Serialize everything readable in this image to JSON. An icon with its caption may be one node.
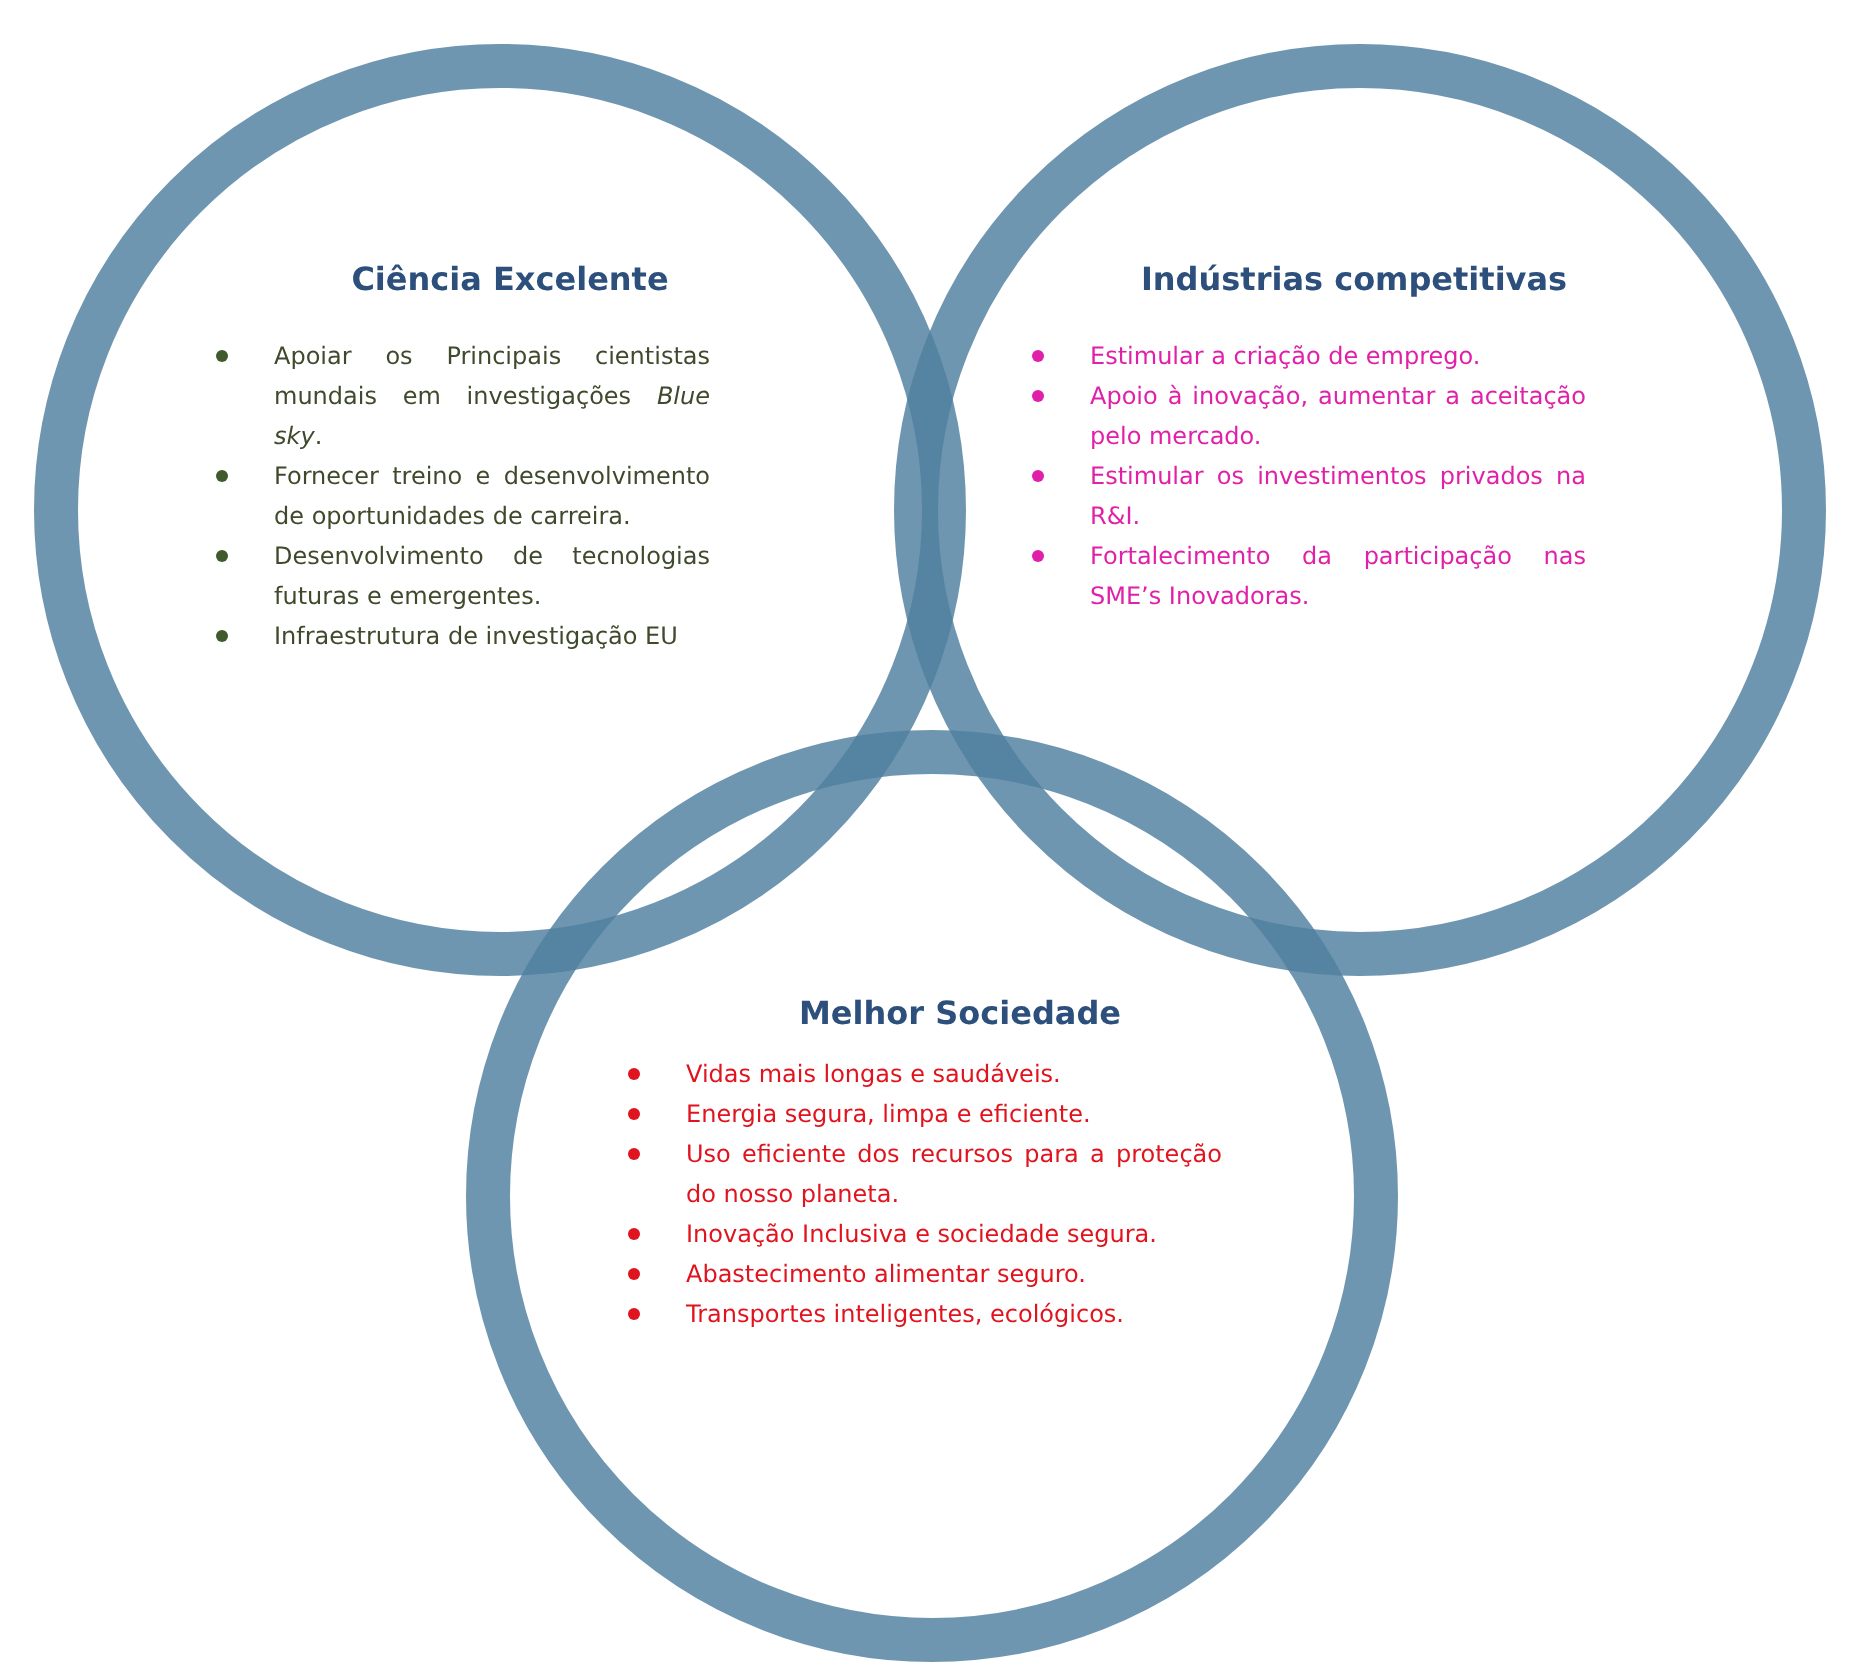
{
  "diagram": {
    "nodes": [
      {
        "text": [
          "Ciência Excelente",
          "Apoiar os Principais cientistas mundais em investigações *Blue sky*.",
          "Fornecer treino e desenvolvimento de oportunidades de carreira.",
          "Desenvolvimento de tecnologias futuras e emergentes.",
          "Infraestrutura de investigação EU"
        ]
      },
      {
        "text": [
          "Indústrias competitivas",
          "Estimular a criação de emprego.",
          "Apoio à inovação, aumentar a aceitação pelo mercado.",
          "Estimular os investimentos privados na R&I.",
          "Fortalecimento da participação nas SME’s Inovadoras."
        ]
      },
      {
        "text": [
          "Melhor Sociedade",
          "Vidas mais longas e saudáveis.",
          "Energia segura, limpa e eficiente.",
          "Uso eficiente dos recursos para a proteção do nosso planeta.",
          "Inovação Inclusiva e sociedade segura.",
          "Abastecimento alimentar seguro.",
          "Transportes inteligentes, ecológicos."
        ]
      }
    ]
  }
}
